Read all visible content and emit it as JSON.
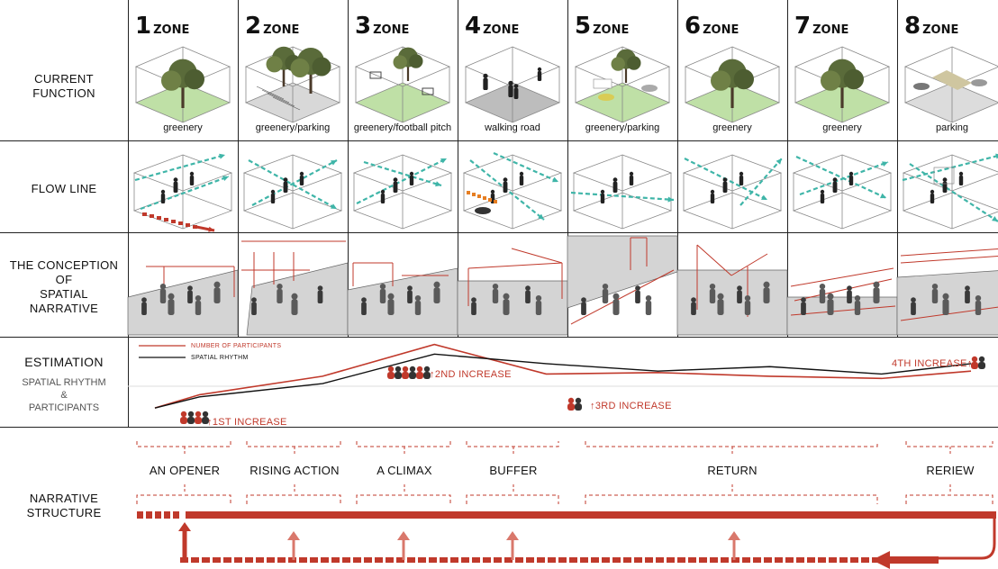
{
  "zones": [
    {
      "num": "1",
      "word": "ZONE",
      "function": "greenery"
    },
    {
      "num": "2",
      "word": "ZONE",
      "function": "greenery/parking"
    },
    {
      "num": "3",
      "word": "ZONE",
      "function": "greenery/football pitch"
    },
    {
      "num": "4",
      "word": "ZONE",
      "function": "walking road"
    },
    {
      "num": "5",
      "word": "ZONE",
      "function": "greenery/parking"
    },
    {
      "num": "6",
      "word": "ZONE",
      "function": "greenery"
    },
    {
      "num": "7",
      "word": "ZONE",
      "function": "greenery"
    },
    {
      "num": "8",
      "word": "ZONE",
      "function": "parking"
    }
  ],
  "rows": {
    "current_function": [
      "CURRENT",
      "FUNCTION"
    ],
    "flow_line": "FLOW LINE",
    "conception": [
      "THE CONCEPTION",
      "OF",
      "SPATIAL",
      "NARRATIVE"
    ],
    "estimation": "ESTIMATION",
    "estimation_sub": [
      "SPATIAL RHYTHM",
      "&",
      "PARTICIPANTS"
    ],
    "narrative": [
      "NARRATIVE",
      "STRUCTURE"
    ]
  },
  "chart_data": {
    "type": "line",
    "x": [
      1,
      1.4,
      2.5,
      3.5,
      4.5,
      5.5,
      6.5,
      7.5,
      8.3
    ],
    "series": [
      {
        "name": "NUMBER OF PARTICIPANTS",
        "color": "#c0392b",
        "values": [
          12,
          30,
          55,
          98,
          58,
          60,
          55,
          52,
          62
        ]
      },
      {
        "name": "SPATIAL RHYTHM",
        "color": "#111111",
        "values": [
          12,
          27,
          45,
          85,
          72,
          62,
          68,
          58,
          72
        ]
      }
    ],
    "annotations": [
      "1ST INCREASE",
      "2ND INCREASE",
      "3RD INCREASE",
      "4TH INCREASE"
    ]
  },
  "annotation_arrow": "↑",
  "stages": [
    "AN OPENER",
    "RISING ACTION",
    "A CLIMAX",
    "BUFFER",
    "RETURN",
    "RERIEW"
  ],
  "colors": {
    "accent_red": "#c0392b",
    "teal": "#3fb5a8",
    "grass": "#bfe0a6",
    "frame_gray": "#999999"
  }
}
